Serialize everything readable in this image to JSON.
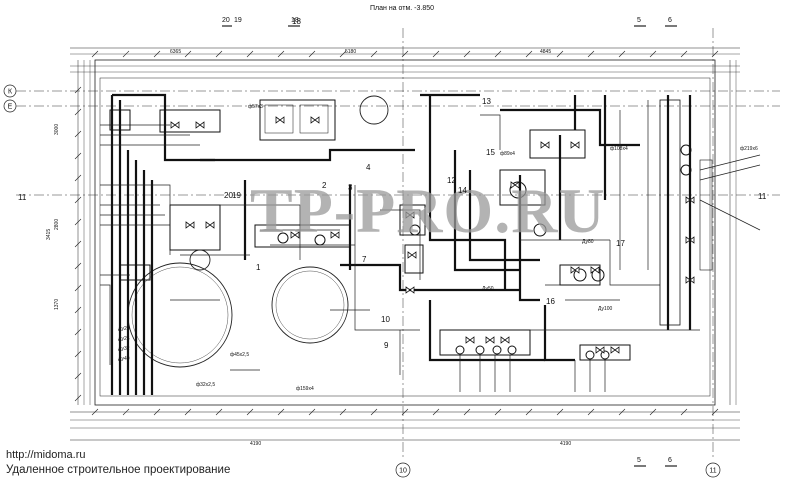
{
  "drawing": {
    "title": "План на отм. -3.850",
    "watermark": "TP-PRO.RU"
  },
  "axes": {
    "top": [
      "20",
      "19",
      "18",
      "5",
      "6"
    ],
    "left": [
      "К",
      "Е"
    ],
    "bottom": [
      "10",
      "11"
    ],
    "bottom_right": [
      "5",
      "6"
    ]
  },
  "tags": [
    "11",
    "13",
    "14",
    "15",
    "16",
    "17",
    "12",
    "10",
    "9",
    "4",
    "3",
    "2",
    "1",
    "7",
    "19",
    "20",
    "18"
  ],
  "pipe_labels": [
    "ф57х3",
    "ф108х4",
    "ф89х4",
    "ф219х6",
    "ф45х2,5",
    "ф32х2,5",
    "ф159х4",
    "Ду50",
    "Ду80",
    "Ду100",
    "Ду20",
    "Ду25",
    "Ду32",
    "Ду40"
  ],
  "dimensions": {
    "top_main": [
      "6365",
      "5180",
      "4845"
    ],
    "bottom_main": [
      "4190",
      "4190"
    ],
    "left": [
      "3000",
      "2800",
      "1370",
      "3415"
    ]
  },
  "footer": {
    "url": "http://midoma.ru",
    "caption": "Удаленное строительное проектирование"
  }
}
